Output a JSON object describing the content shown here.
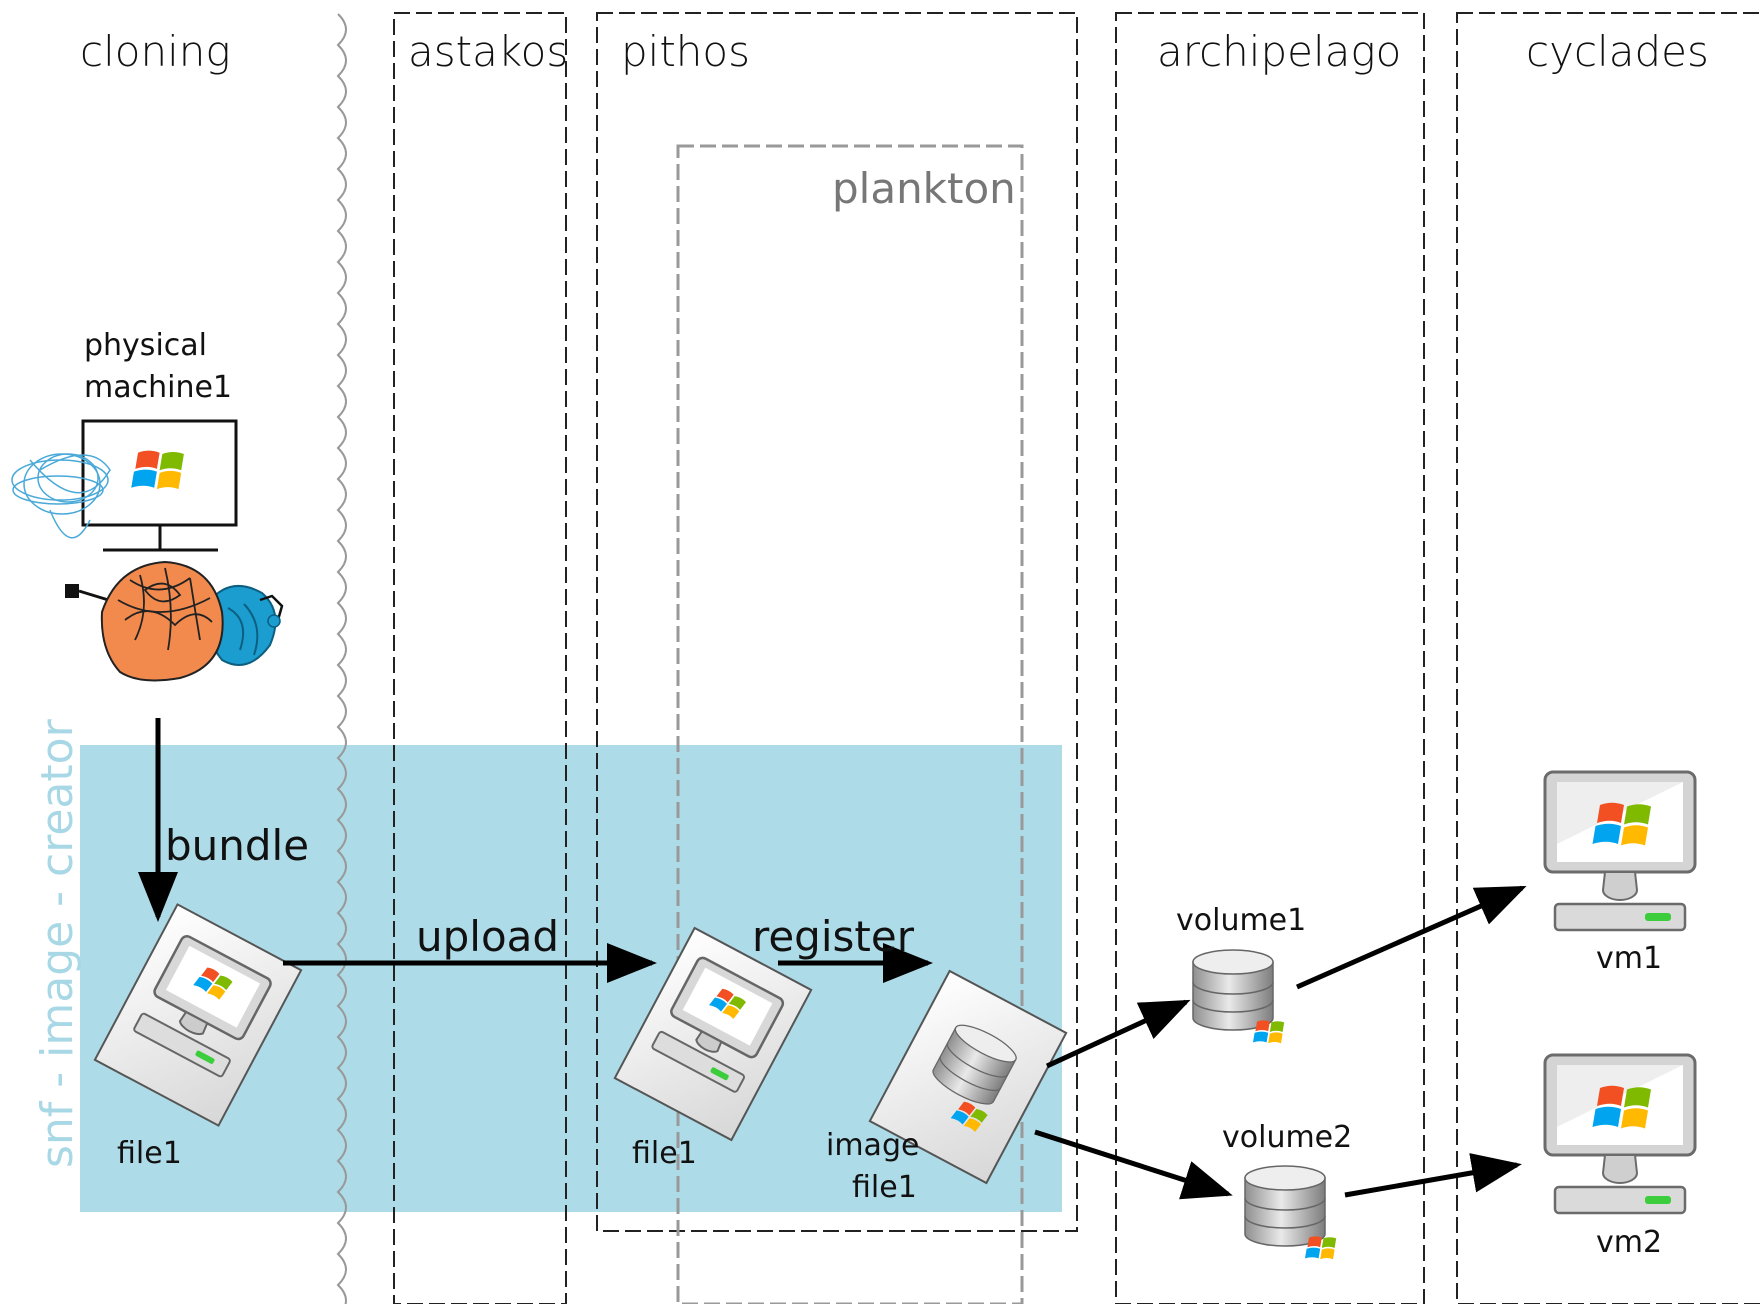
{
  "columns": {
    "cloning": "cloning",
    "astakos": "astakos",
    "pithos": "pithos",
    "archipelago": "archipelago",
    "cyclades": "cyclades"
  },
  "plankton": "plankton",
  "process_label": "snf - image - creator",
  "physical_machine": {
    "line1": "physical",
    "line2": "machine1"
  },
  "arrows": {
    "bundle": "bundle",
    "upload": "upload",
    "register": "register"
  },
  "files": {
    "cloning_file": "file1",
    "pithos_file": "file1",
    "image_file_line1": "image",
    "image_file_line2": "file1"
  },
  "volumes": {
    "v1": "volume1",
    "v2": "volume2"
  },
  "vms": {
    "vm1": "vm1",
    "vm2": "vm2"
  },
  "colors": {
    "highlight": "#aedbe8",
    "accent_green": "#3ccd3c"
  }
}
